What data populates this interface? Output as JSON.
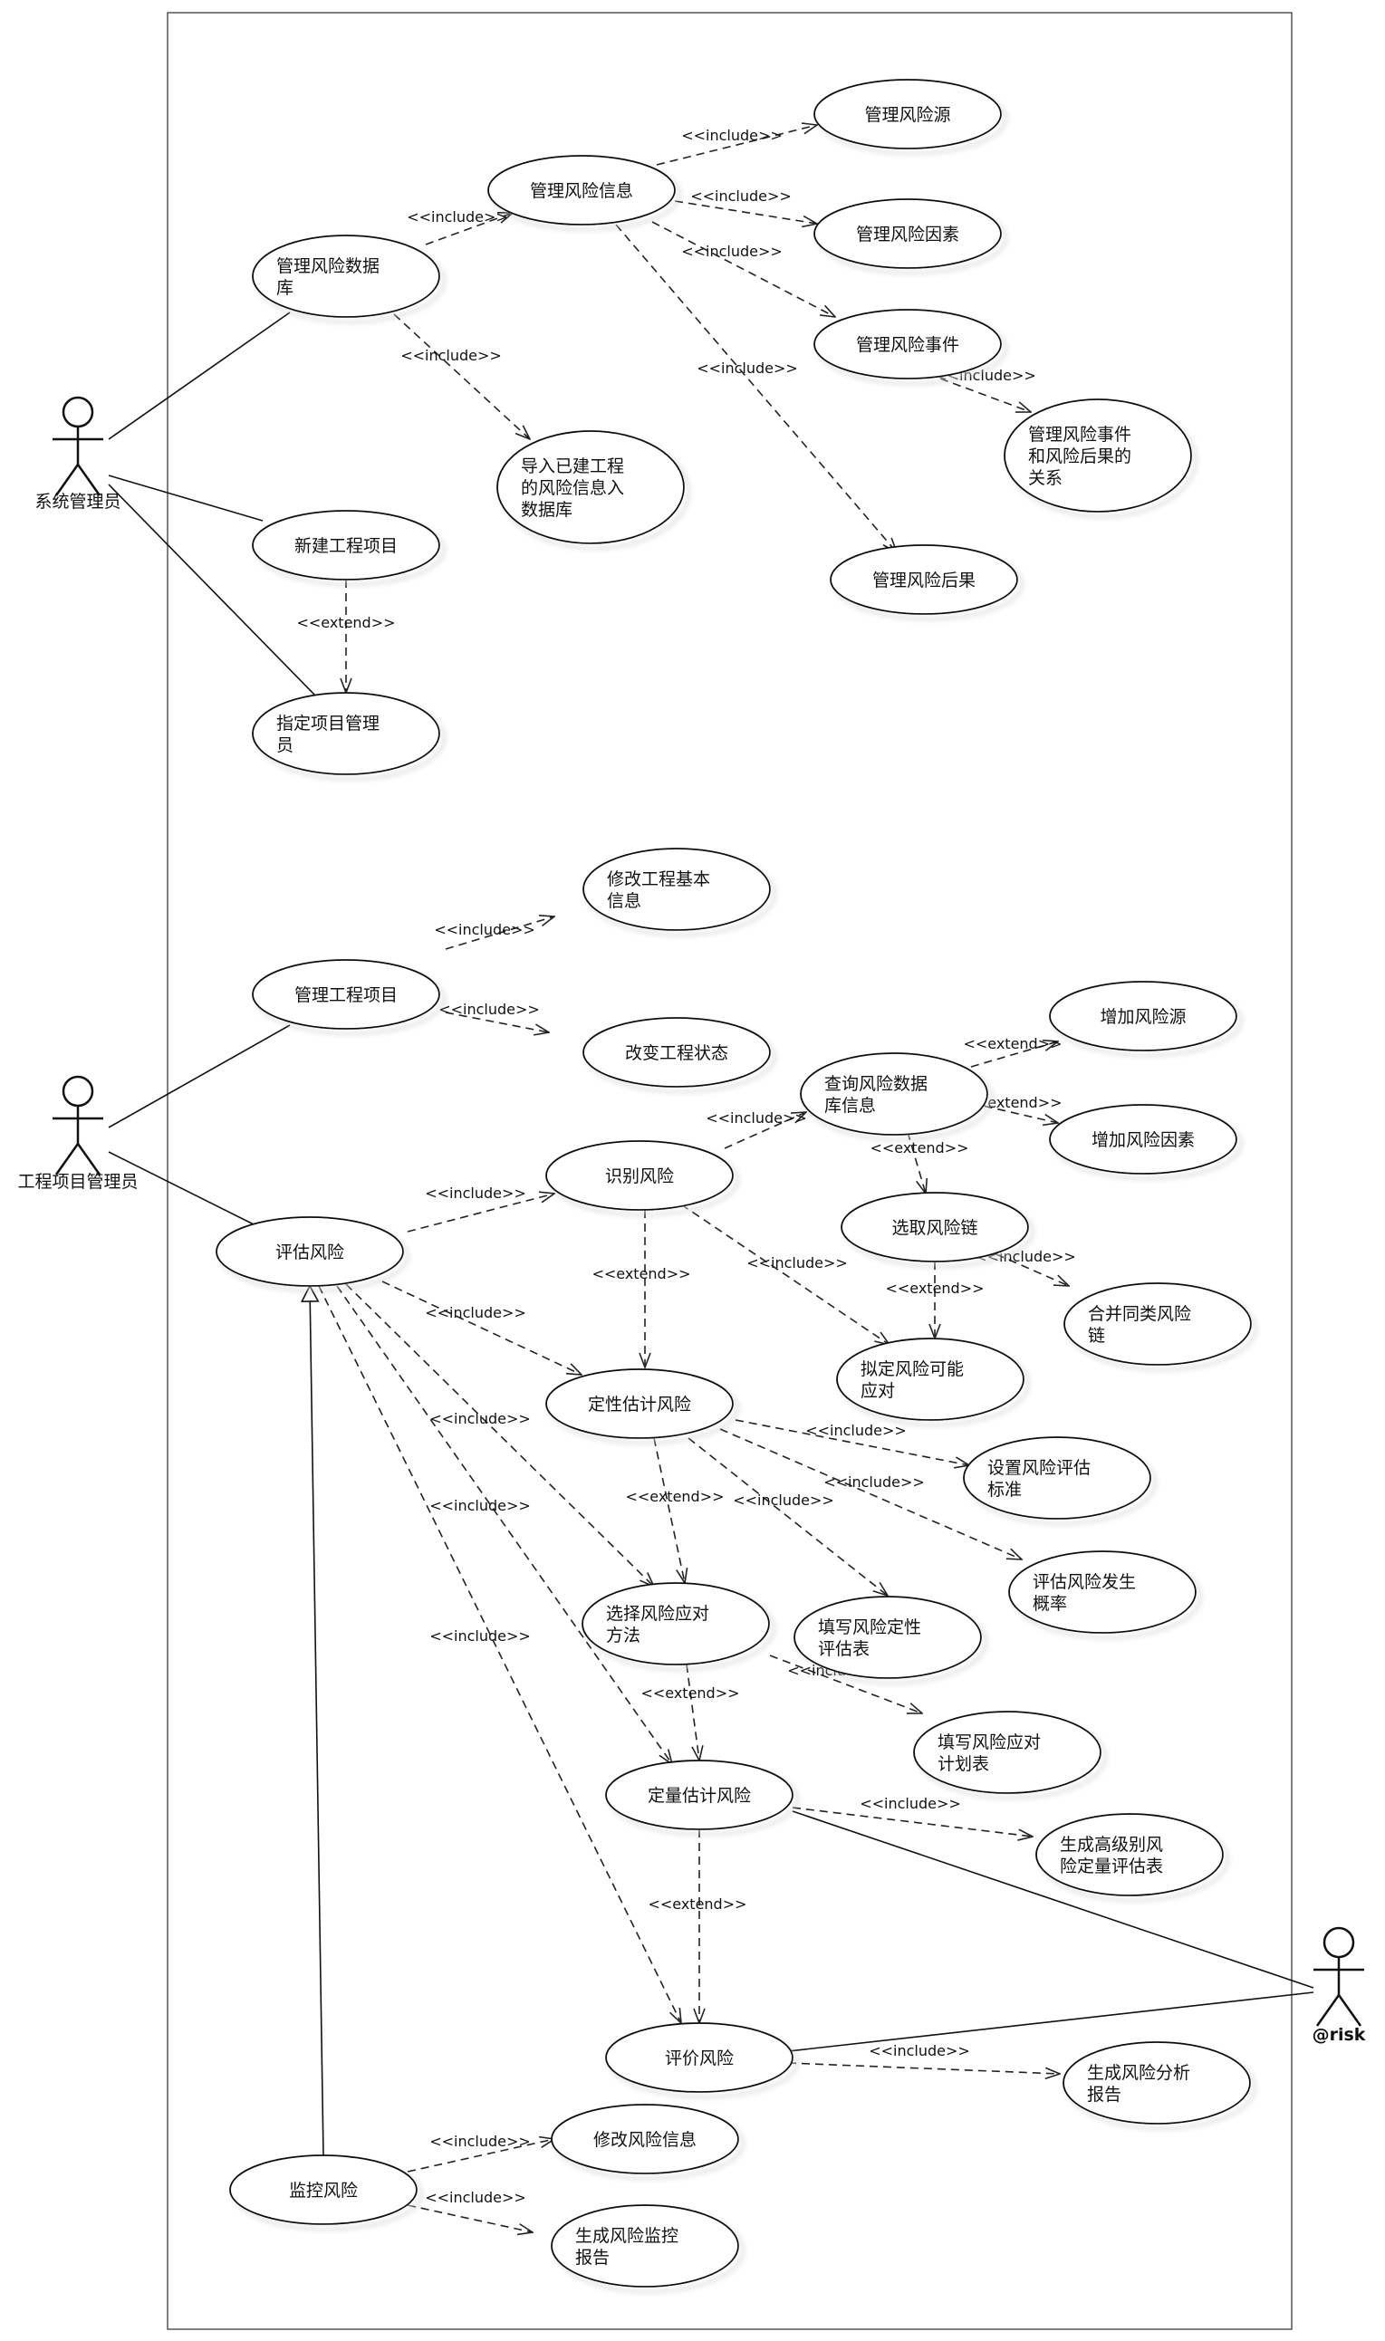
{
  "actors": [
    {
      "id": "sysadmin",
      "label": "系统管理员"
    },
    {
      "id": "pm",
      "label": "工程项目管理员"
    },
    {
      "id": "risk",
      "label": "@risk"
    }
  ],
  "use_cases": [
    {
      "id": "manage_db",
      "lines": [
        "管理风险数据",
        "库"
      ]
    },
    {
      "id": "manage_info",
      "lines": [
        "管理风险信息"
      ]
    },
    {
      "id": "risk_source",
      "lines": [
        "管理风险源"
      ]
    },
    {
      "id": "risk_factor",
      "lines": [
        "管理风险因素"
      ]
    },
    {
      "id": "risk_event",
      "lines": [
        "管理风险事件"
      ]
    },
    {
      "id": "event_relation",
      "lines": [
        "管理风险事件",
        "和风险后果的",
        "关系"
      ]
    },
    {
      "id": "risk_consequence",
      "lines": [
        "管理风险后果"
      ]
    },
    {
      "id": "import_info",
      "lines": [
        "导入已建工程",
        "的风险信息入",
        "数据库"
      ]
    },
    {
      "id": "new_project",
      "lines": [
        "新建工程项目"
      ]
    },
    {
      "id": "assign_pm",
      "lines": [
        "指定项目管理",
        "员"
      ]
    },
    {
      "id": "modify_basic",
      "lines": [
        "修改工程基本",
        "信息"
      ]
    },
    {
      "id": "manage_project",
      "lines": [
        "管理工程项目"
      ]
    },
    {
      "id": "change_status",
      "lines": [
        "改变工程状态"
      ]
    },
    {
      "id": "add_source",
      "lines": [
        "增加风险源"
      ]
    },
    {
      "id": "query_db",
      "lines": [
        "查询风险数据",
        "库信息"
      ]
    },
    {
      "id": "add_factor",
      "lines": [
        "增加风险因素"
      ]
    },
    {
      "id": "identify",
      "lines": [
        "识别风险"
      ]
    },
    {
      "id": "select_chain",
      "lines": [
        "选取风险链"
      ]
    },
    {
      "id": "assess",
      "lines": [
        "评估风险"
      ]
    },
    {
      "id": "merge_similar",
      "lines": [
        "合并同类风险",
        "链"
      ]
    },
    {
      "id": "draft_response",
      "lines": [
        "拟定风险可能",
        "应对"
      ]
    },
    {
      "id": "qualitative",
      "lines": [
        "定性估计风险"
      ]
    },
    {
      "id": "set_criteria",
      "lines": [
        "设置风险评估",
        "标准"
      ]
    },
    {
      "id": "assess_probability",
      "lines": [
        "评估风险发生",
        "概率"
      ]
    },
    {
      "id": "select_method",
      "lines": [
        "选择风险应对",
        "方法"
      ]
    },
    {
      "id": "fill_qual_table",
      "lines": [
        "填写风险定性",
        "评估表"
      ]
    },
    {
      "id": "fill_plan",
      "lines": [
        "填写风险应对",
        "计划表"
      ]
    },
    {
      "id": "quantitative",
      "lines": [
        "定量估计风险"
      ]
    },
    {
      "id": "gen_quant_table",
      "lines": [
        "生成高级别风",
        "险定量评估表"
      ]
    },
    {
      "id": "evaluate",
      "lines": [
        "评价风险"
      ]
    },
    {
      "id": "gen_report",
      "lines": [
        "生成风险分析",
        "报告"
      ]
    },
    {
      "id": "modify_risk",
      "lines": [
        "修改风险信息"
      ]
    },
    {
      "id": "monitor",
      "lines": [
        "监控风险"
      ]
    },
    {
      "id": "gen_monitor_report",
      "lines": [
        "生成风险监控",
        "报告"
      ]
    }
  ],
  "relationships": [
    {
      "from": "manage_db",
      "to": "manage_info",
      "label": "<<include>>"
    },
    {
      "from": "manage_info",
      "to": "risk_source",
      "label": "<<include>>"
    },
    {
      "from": "manage_info",
      "to": "risk_factor",
      "label": "<<include>>"
    },
    {
      "from": "manage_info",
      "to": "risk_event",
      "label": "<<include>>"
    },
    {
      "from": "manage_info",
      "to": "risk_consequence",
      "label": "<<include>>"
    },
    {
      "from": "risk_event",
      "to": "event_relation",
      "label": "<<include>>"
    },
    {
      "from": "manage_db",
      "to": "import_info",
      "label": "<<include>>"
    },
    {
      "from": "new_project",
      "to": "assign_pm",
      "label": "<<extend>>"
    },
    {
      "from": "manage_project",
      "to": "modify_basic",
      "label": "<<include>>"
    },
    {
      "from": "manage_project",
      "to": "change_status",
      "label": "<<include>>"
    },
    {
      "from": "assess",
      "to": "identify",
      "label": "<<include>>"
    },
    {
      "from": "identify",
      "to": "query_db",
      "label": "<<include>>"
    },
    {
      "from": "query_db",
      "to": "add_source",
      "label": "<<extend>>"
    },
    {
      "from": "query_db",
      "to": "add_factor",
      "label": "<<extend>>"
    },
    {
      "from": "query_db",
      "to": "select_chain",
      "label": "<<extend>>"
    },
    {
      "from": "select_chain",
      "to": "merge_similar",
      "label": "<<include>>"
    },
    {
      "from": "select_chain",
      "to": "draft_response",
      "label": "<<extend>>"
    },
    {
      "from": "identify",
      "to": "draft_response",
      "label": "<<include>>"
    },
    {
      "from": "identify",
      "to": "qualitative",
      "label": "<<extend>>"
    },
    {
      "from": "assess",
      "to": "qualitative",
      "label": "<<include>>"
    },
    {
      "from": "qualitative",
      "to": "set_criteria",
      "label": "<<include>>"
    },
    {
      "from": "qualitative",
      "to": "assess_probability",
      "label": "<<include>>"
    },
    {
      "from": "qualitative",
      "to": "fill_qual_table",
      "label": "<<include>>"
    },
    {
      "from": "qualitative",
      "to": "select_method",
      "label": "<<extend>>"
    },
    {
      "from": "assess",
      "to": "select_method",
      "label": "<<include>>"
    },
    {
      "from": "select_method",
      "to": "fill_plan",
      "label": "<<include>>"
    },
    {
      "from": "select_method",
      "to": "quantitative",
      "label": "<<extend>>"
    },
    {
      "from": "assess",
      "to": "quantitative",
      "label": "<<include>>"
    },
    {
      "from": "quantitative",
      "to": "gen_quant_table",
      "label": "<<include>>"
    },
    {
      "from": "quantitative",
      "to": "evaluate",
      "label": "<<extend>>"
    },
    {
      "from": "assess",
      "to": "evaluate",
      "label": "<<include>>"
    },
    {
      "from": "evaluate",
      "to": "gen_report",
      "label": "<<include>>"
    },
    {
      "from": "monitor",
      "to": "modify_risk",
      "label": "<<include>>"
    },
    {
      "from": "monitor",
      "to": "gen_monitor_report",
      "label": "<<include>>"
    }
  ],
  "associations": [
    {
      "from": "sysadmin",
      "to": "manage_db"
    },
    {
      "from": "sysadmin",
      "to": "new_project"
    },
    {
      "from": "sysadmin",
      "to": "assign_pm"
    },
    {
      "from": "pm",
      "to": "manage_project"
    },
    {
      "from": "pm",
      "to": "assess"
    },
    {
      "from": "risk",
      "to": "quantitative"
    },
    {
      "from": "risk",
      "to": "evaluate"
    }
  ],
  "generalizations": [
    {
      "from": "monitor",
      "to": "assess"
    }
  ]
}
